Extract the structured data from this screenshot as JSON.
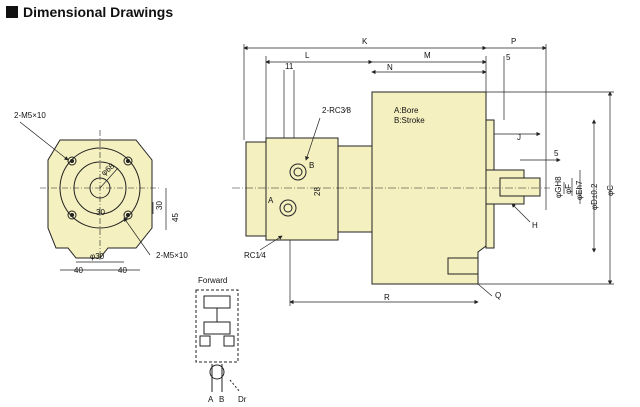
{
  "header": {
    "title": "Dimensional Drawings"
  },
  "colors": {
    "body": "#f4f0bf",
    "line": "#222222",
    "accent": "#111111"
  },
  "labels": {
    "port_dim_left": "2-M5×10",
    "port_dim_right": "2-M5×10",
    "dia68": "φ68",
    "dia30": "φ30",
    "n30": "30",
    "n30b": "30",
    "n45": "45",
    "n40a": "40",
    "n40b": "40",
    "K": "K",
    "P": "P",
    "L": "L",
    "M": "M",
    "N": "N",
    "n11": "11",
    "n5a": "5",
    "n5b": "5",
    "rc38": "2-RC3⁄8",
    "bore": "A:Bore",
    "stroke": "B:Stroke",
    "portA": "A",
    "portB": "B",
    "n28": "28",
    "J": "J",
    "GH8": "φGH8",
    "F": "φF",
    "Eh7": "φEh7",
    "D": "φD±0.2",
    "C": "φC",
    "H": "H",
    "rc14": "RC1⁄4",
    "R": "R",
    "Q": "Q",
    "forward": "Forward",
    "schA": "A",
    "schB": "B",
    "schDr": "Dr"
  }
}
